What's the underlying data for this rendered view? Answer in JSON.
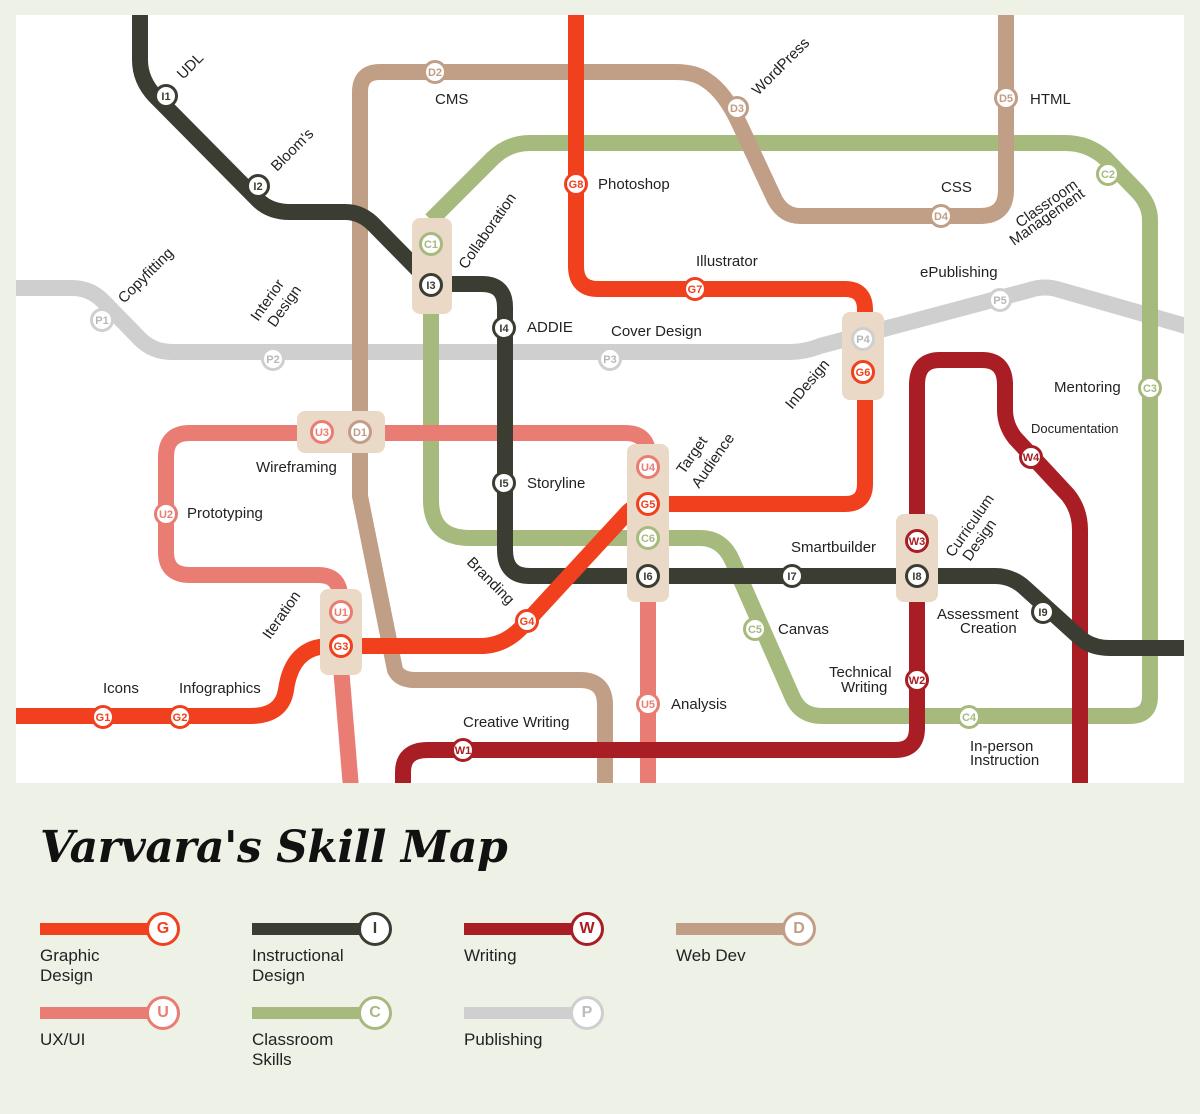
{
  "title": "Varvara's Skill Map",
  "colors": {
    "graphic": "#f0401d",
    "instructional": "#3c3d32",
    "writing": "#a81e24",
    "webdev": "#c19e86",
    "uxui": "#ea7d73",
    "classroom": "#a6ba7e",
    "publishing": "#cfcfcf",
    "interchange": "#ead9c6",
    "background": "#eef1e6"
  },
  "legend": [
    {
      "code": "G",
      "name": "Graphic\nDesign",
      "color": "#f0401d"
    },
    {
      "code": "I",
      "name": "Instructional\nDesign",
      "color": "#3c3d32"
    },
    {
      "code": "W",
      "name": "Writing",
      "color": "#a81e24"
    },
    {
      "code": "D",
      "name": "Web Dev",
      "color": "#c19e86"
    },
    {
      "code": "U",
      "name": "UX/UI",
      "color": "#ea7d73"
    },
    {
      "code": "C",
      "name": "Classroom\nSkills",
      "color": "#a6ba7e"
    },
    {
      "code": "P",
      "name": "Publishing",
      "color": "#cfcfcf"
    }
  ],
  "stations": {
    "G1": "G1",
    "G2": "G2",
    "G3": "G3",
    "G4": "G4",
    "G5": "G5",
    "G6": "G6",
    "G7": "G7",
    "G8": "G8",
    "I1": "I1",
    "I2": "I2",
    "I3": "I3",
    "I4": "I4",
    "I5": "I5",
    "I6": "I6",
    "I7": "I7",
    "I8": "I8",
    "I9": "I9",
    "D1": "D1",
    "D2": "D2",
    "D3": "D3",
    "D4": "D4",
    "D5": "D5",
    "C1": "C1",
    "C2": "C2",
    "C3": "C3",
    "C4": "C4",
    "C5": "C5",
    "C6": "C6",
    "P1": "P1",
    "P2": "P2",
    "P3": "P3",
    "P4": "P4",
    "P5": "P5",
    "U1": "U1",
    "U2": "U2",
    "U3": "U3",
    "U4": "U4",
    "U5": "U5",
    "W1": "W1",
    "W2": "W2",
    "W3": "W3",
    "W4": "W4"
  },
  "labels": {
    "udl": "UDL",
    "blooms": "Bloom's",
    "cms": "CMS",
    "wordpress": "WordPress",
    "html": "HTML",
    "css": "CSS",
    "classroom_mgmt_1": "Classroom",
    "classroom_mgmt_2": "Management",
    "photoshop": "Photoshop",
    "collaboration": "Collaboration",
    "illustrator": "Illustrator",
    "epublishing": "ePublishing",
    "copyfitting": "Copyfitting",
    "interior_1": "Interior",
    "interior_2": "Design",
    "addie": "ADDIE",
    "cover_design": "Cover Design",
    "indesign": "InDesign",
    "mentoring": "Mentoring",
    "documentation": "Documentation",
    "wireframing": "Wireframing",
    "target_1": "Target",
    "target_2": "Audience",
    "storyline": "Storyline",
    "prototyping": "Prototyping",
    "curriculum_1": "Curriculum",
    "curriculum_2": "Design",
    "smartbuilder": "Smartbuilder",
    "branding": "Branding",
    "iteration": "Iteration",
    "assessment_1": "Assessment",
    "assessment_2": "Creation",
    "canvas": "Canvas",
    "technical_1": "Technical",
    "technical_2": "Writing",
    "icons": "Icons",
    "infographics": "Infographics",
    "analysis": "Analysis",
    "creative_writing": "Creative Writing",
    "inperson_1": "In-person",
    "inperson_2": "Instruction"
  }
}
